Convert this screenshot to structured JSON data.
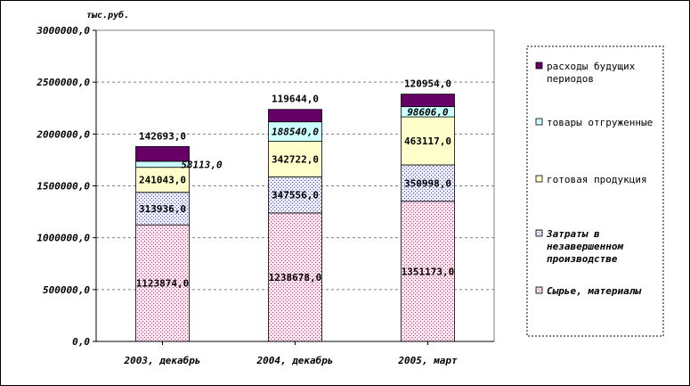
{
  "chart_data": {
    "type": "bar",
    "stacked": true,
    "unit_label": "тыс.руб.",
    "categories": [
      "2003, декабрь",
      "2004, декабрь",
      "2005, март"
    ],
    "ylim": [
      0,
      3000000
    ],
    "yticks": [
      "0,0",
      "500000,0",
      "1000000,0",
      "1500000,0",
      "2000000,0",
      "2500000,0",
      "3000000,0"
    ],
    "grid": true,
    "legend_position": "right",
    "series": [
      {
        "name": "Сырье, материалы",
        "values": [
          1123874,
          1238678,
          1351173
        ],
        "labels": [
          "1123874,0",
          "1238678,0",
          "1351173,0"
        ],
        "color": "#ff99cc",
        "pattern": "dots-red"
      },
      {
        "name": "Затраты в незавершенном производстве",
        "values": [
          313936,
          347556,
          350998
        ],
        "labels": [
          "313936,0",
          "347556,0",
          "350998,0"
        ],
        "color": "#ccccff",
        "pattern": "dots-blue"
      },
      {
        "name": "готовая продукция",
        "values": [
          241043,
          342722,
          463117
        ],
        "labels": [
          "241043,0",
          "342722,0",
          "463117,0"
        ],
        "color": "#ffffcc",
        "pattern": "solid"
      },
      {
        "name": "товары отгруженные",
        "values": [
          58113,
          188540,
          98606
        ],
        "labels": [
          "58113,0",
          "188540,0",
          "98606,0"
        ],
        "color": "#ccffff",
        "pattern": "solid"
      },
      {
        "name": "расходы будущих периодов",
        "values": [
          142693,
          119644,
          120954
        ],
        "labels": [
          "142693,0",
          "119644,0",
          "120954,0"
        ],
        "color": "#660066",
        "pattern": "solid"
      }
    ]
  }
}
